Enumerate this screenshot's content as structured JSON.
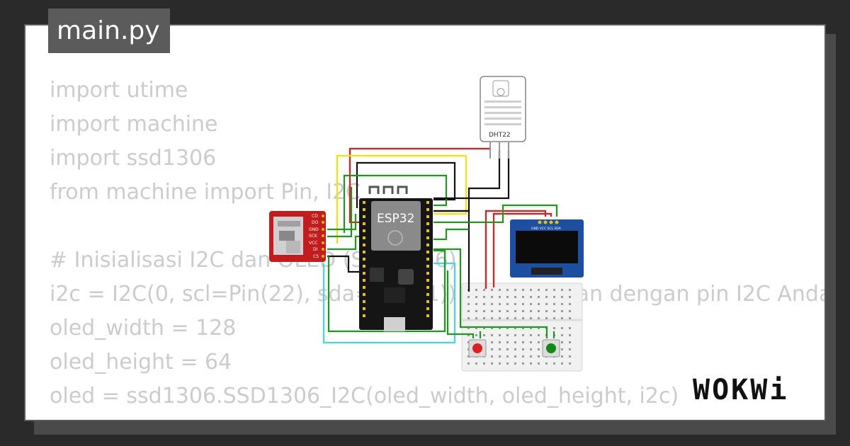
{
  "file_tab": {
    "title": "main.py"
  },
  "code_lines": [
    "import utime",
    "import machine",
    "import ssd1306",
    "from machine import Pin, I2C",
    "",
    "# Inisialisasi I2C dan OLED (SSD1306)",
    "i2c = I2C(0, scl=Pin(22), sda=Pin(21))  # Sesuaikan dengan pin I2C Anda",
    "oled_width = 128",
    "oled_height = 64",
    "oled = ssd1306.SSD1306_I2C(oled_width, oled_height, i2c)"
  ],
  "components": {
    "esp32": {
      "label": "ESP32"
    },
    "dht22": {
      "label": "DHT22"
    },
    "sd_card": {
      "pins": [
        "CD",
        "DO",
        "GND",
        "SCK",
        "VCC",
        "DI",
        "CS"
      ]
    },
    "oled": {
      "pins": "GND VCC SCL SDA"
    },
    "buttons": [
      {
        "color": "#e02020"
      },
      {
        "color": "#108a10"
      }
    ]
  },
  "wire_colors": {
    "red": "#e01b1b",
    "yellow": "#f2e400",
    "black": "#111111",
    "green": "#1a9a1a",
    "cyan": "#40d8e8"
  },
  "brand": {
    "logo": "WOKWi"
  }
}
